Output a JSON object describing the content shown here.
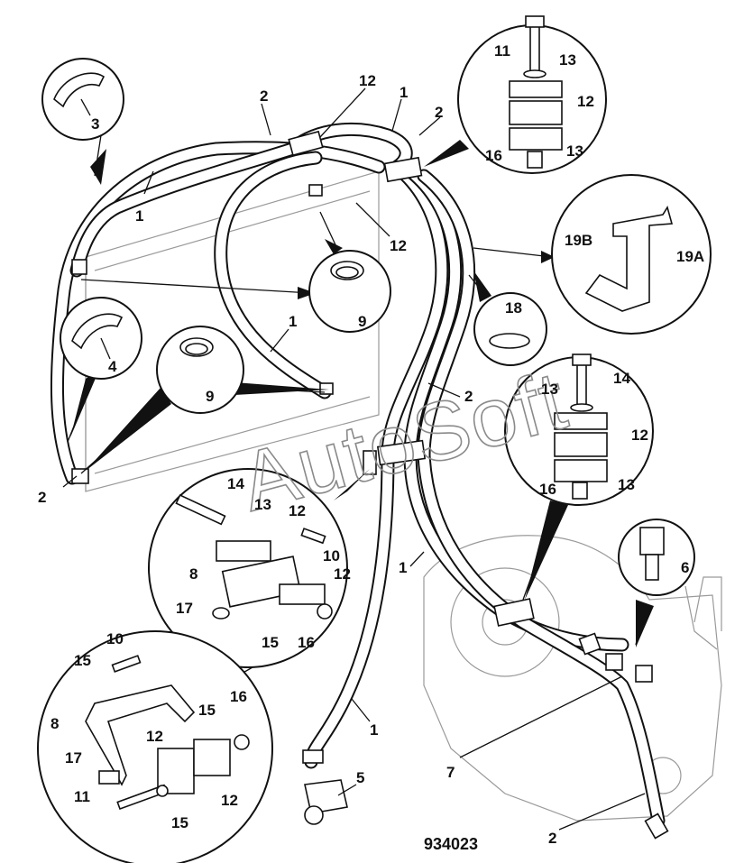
{
  "figure_number": "934023",
  "watermark": "AutoSoft",
  "part_labels": [
    "1",
    "2",
    "3",
    "4",
    "5",
    "6",
    "7",
    "8",
    "9",
    "10",
    "11",
    "12",
    "13",
    "14",
    "15",
    "16",
    "17",
    "18",
    "19A",
    "19B"
  ]
}
